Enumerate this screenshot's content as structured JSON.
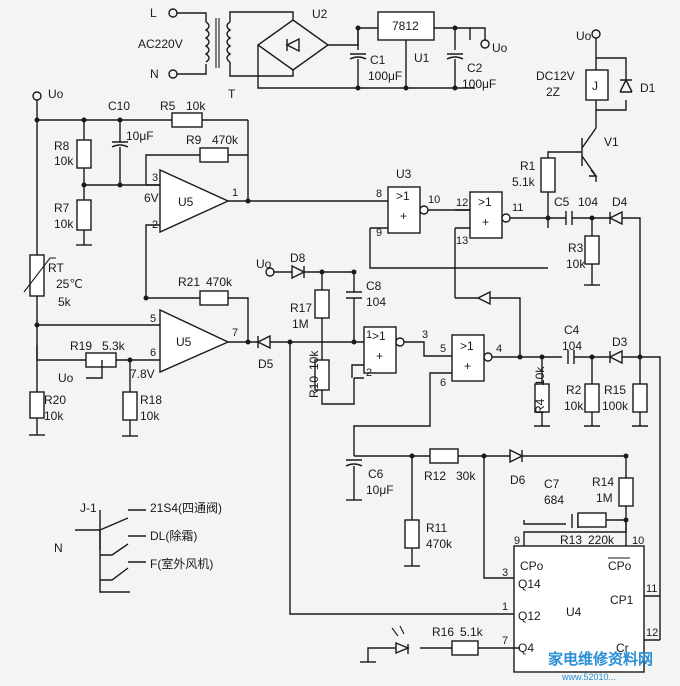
{
  "power": {
    "l": "L",
    "n": "N",
    "ac": "AC220V",
    "t": "T",
    "u2": "U2",
    "reg": "7812",
    "u1": "U1",
    "uo": "Uo",
    "c1": "C1",
    "c1v": "100μF",
    "c2": "C2",
    "c2v": "100μF"
  },
  "relay": {
    "uo": "Uo",
    "dc": "DC12V",
    "z": "2Z",
    "j": "J",
    "d1": "D1",
    "v1": "V1",
    "r1": "R1",
    "r1v": "5.1k"
  },
  "sensing": {
    "uo_left": "Uo",
    "c10": "C10",
    "c10v": "10μF",
    "r5": "R5",
    "r5v": "10k",
    "r8": "R8",
    "r8v": "10k",
    "r7": "R7",
    "r7v": "10k",
    "r9": "R9",
    "r9v": "470k",
    "v6": "6V",
    "u5a": "U5",
    "rt": "RT",
    "rt_temp": "25℃",
    "rt_val": "5k",
    "r21": "R21",
    "r21v": "470k",
    "u5b": "U5",
    "r19": "R19",
    "r19v": "5.3k",
    "uo_mid": "Uo",
    "v78": "7.8V",
    "r18": "R18",
    "r18v": "10k",
    "r20": "R20",
    "r20v": "10k"
  },
  "logic": {
    "u3": "U3",
    "gate": ">1",
    "c5": "C5",
    "c5v": "104",
    "d4": "D4",
    "r3": "R3",
    "r3v": "10k",
    "uo_d8": "Uo",
    "d8": "D8",
    "c8": "C8",
    "c8v": "104",
    "r17": "R17",
    "r17v": "1M",
    "r10": "R10",
    "r10v": "10k",
    "d5": "D5",
    "c4": "C4",
    "c4v": "104",
    "d3": "D3",
    "r4": "R4",
    "r4v": "10k",
    "r2": "R2",
    "r2v": "10k",
    "r15": "R15",
    "r15v": "100k"
  },
  "timer": {
    "c6": "C6",
    "c6v": "10μF",
    "r12": "R12",
    "r12v": "30k",
    "d6": "D6",
    "c7": "C7",
    "c7v": "684",
    "r14": "R14",
    "r14v": "1M",
    "r11": "R11",
    "r11v": "470k",
    "r13": "R13",
    "r13v": "220k",
    "u4": "U4",
    "cpo": "CPo",
    "cpo_bar": "CPo",
    "q14": "Q14",
    "cp1": "CP1",
    "q12": "Q12",
    "q4": "Q4",
    "cr": "Cr",
    "r16": "R16",
    "r16v": "5.1k"
  },
  "pins": {
    "u5a_1": "1",
    "u5a_2": "2",
    "u5a_3": "3",
    "u5b_5": "5",
    "u5b_6": "6",
    "u5b_7": "7",
    "u3_8": "8",
    "u3_9": "9",
    "u3_10": "10",
    "u3_11": "11",
    "u3_12": "12",
    "u3_13": "13",
    "g_1": "1",
    "g_2": "2",
    "g_3": "3",
    "g_4": "4",
    "g_5": "5",
    "g_6": "6",
    "u4_9": "9",
    "u4_10": "10",
    "u4_3": "3",
    "u4_11": "11",
    "u4_1": "1",
    "u4_7": "7",
    "u4_12": "12"
  },
  "contacts": {
    "j1": "J-1",
    "n": "N",
    "c1": "21S4(四通阀)",
    "c2": "DL(除霜)",
    "c3": "F(室外风机)"
  },
  "watermark": {
    "text": "家电维修资料网",
    "url": "www.52010..."
  }
}
